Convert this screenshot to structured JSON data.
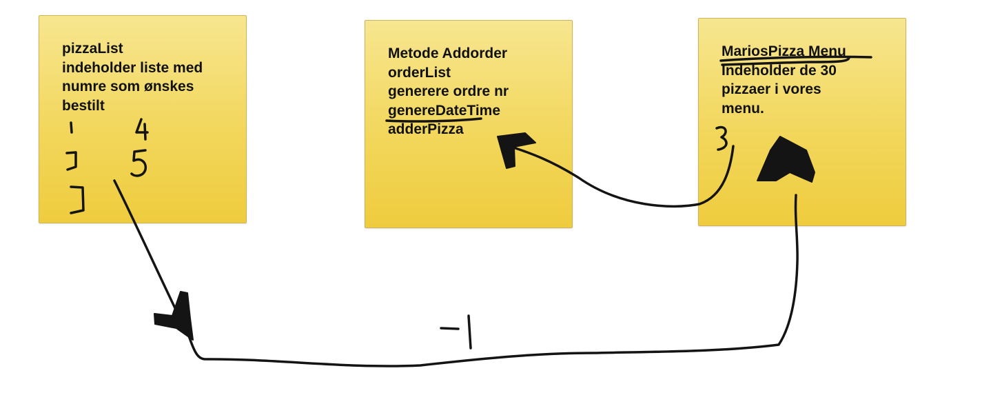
{
  "notes": [
    {
      "id": "pizza-list",
      "lines": [
        "pizzaList",
        "indeholder liste med",
        "numre som ønskes",
        "bestilt"
      ]
    },
    {
      "id": "add-order",
      "lines": [
        "Metode Addorder",
        "orderList",
        "generere ordre nr",
        "genereDateTime",
        "adderPizza"
      ]
    },
    {
      "id": "menu",
      "lines": [
        "MariosPizza Menu",
        "Indeholder de 30",
        "pizzaer i vores",
        "menu."
      ]
    }
  ],
  "colors": {
    "note_fill": "#f2d75c",
    "note_border": "#cdb459",
    "ink": "#141414",
    "background": "#ffffff"
  }
}
